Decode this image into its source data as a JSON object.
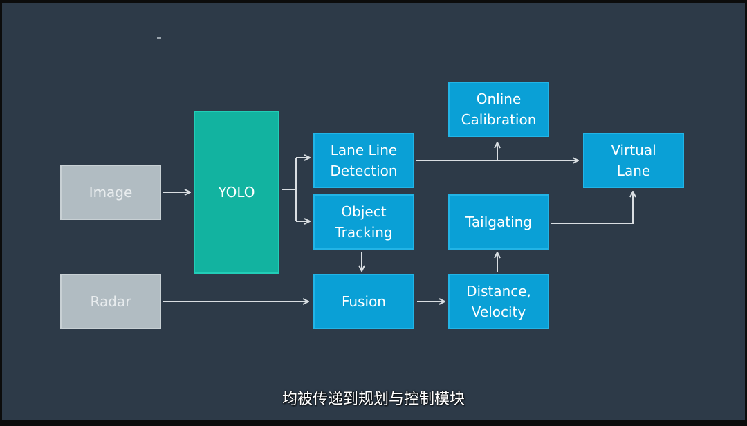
{
  "diagram": {
    "nodes": {
      "image": "Image",
      "radar": "Radar",
      "yolo": "YOLO",
      "lane_line_detection": "Lane Line\nDetection",
      "object_tracking": "Object\nTracking",
      "fusion": "Fusion",
      "online_calibration": "Online\nCalibration",
      "tailgating": "Tailgating",
      "distance_velocity": "Distance,\nVelocity",
      "virtual_lane": "Virtual\nLane"
    }
  },
  "subtitle": "均被传递到规划与控制模块",
  "colors": {
    "background": "#2d3a48",
    "input_node": "#b1bcc2",
    "yolo_node": "#12b3a0",
    "process_node": "#0aa0d6",
    "arrow": "#d9dee2"
  }
}
